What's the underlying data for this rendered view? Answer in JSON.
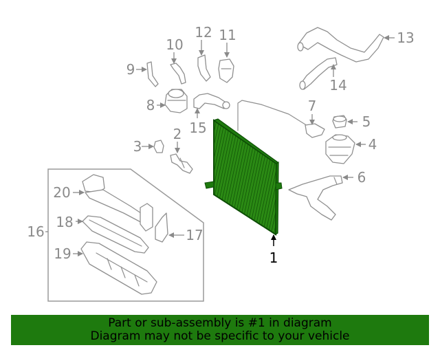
{
  "diagram": {
    "highlighted_part": "1",
    "callouts": [
      "1",
      "2",
      "3",
      "4",
      "5",
      "6",
      "7",
      "8",
      "9",
      "10",
      "11",
      "12",
      "13",
      "14",
      "15",
      "16",
      "17",
      "18",
      "19",
      "20"
    ]
  },
  "colors": {
    "highlight": "#1e7a0e",
    "part_stroke": "#8f8f8f",
    "callout_text": "#8a8a8a",
    "banner": "#1e7a0e"
  },
  "banner": {
    "line1": "Part or sub-assembly is #1 in diagram",
    "line2": "Diagram may not be specific to your vehicle"
  }
}
